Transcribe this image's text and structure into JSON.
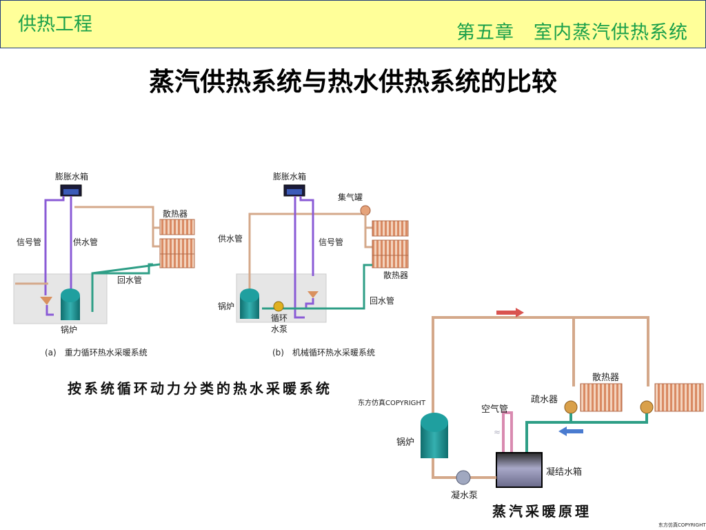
{
  "header": {
    "course": "供热工程",
    "chapter": "第五章　室内蒸汽供热系统"
  },
  "title": "蒸汽供热系统与热水供热系统的比较",
  "diagram_a": {
    "labels": {
      "expansion_tank": "膨胀水箱",
      "signal_pipe": "信号管",
      "supply_pipe": "供水管",
      "radiator": "散热器",
      "return_pipe": "回水管",
      "boiler": "锅炉"
    },
    "caption": "(a)　重力循环热水采暖系统"
  },
  "diagram_b": {
    "labels": {
      "expansion_tank": "膨胀水箱",
      "air_collector": "集气罐",
      "supply_pipe": "供水管",
      "signal_pipe": "信号管",
      "radiator": "散热器",
      "return_pipe": "回水管",
      "boiler": "锅炉",
      "pump_line1": "循环",
      "pump_line2": "水泵"
    },
    "caption": "(b)　机械循环热水采暖系统"
  },
  "hotwater_caption": "按系统循环动力分类的热水采暖系统",
  "steam": {
    "copyright": "东方仿真COPYRIGHT",
    "labels": {
      "radiator": "散热器",
      "drain_trap": "疏水器",
      "air_pipe": "空气管",
      "boiler": "锅炉",
      "condensate_tank": "凝结水箱",
      "condensate_pump": "凝水泵"
    },
    "caption": "蒸汽采暖原理",
    "copyright_small": "东方仿真COPYRIGHT"
  },
  "colors": {
    "header_bg": "#ffff99",
    "header_text": "#1aa04a",
    "pipe_supply": "#d4a88a",
    "pipe_signal": "#8a5bd6",
    "pipe_return": "#2e9e86",
    "boiler": "#1a8f8f",
    "radiator": "#d98a63",
    "steam_arrow": "#d9534f",
    "return_arrow": "#4a7bd0"
  }
}
